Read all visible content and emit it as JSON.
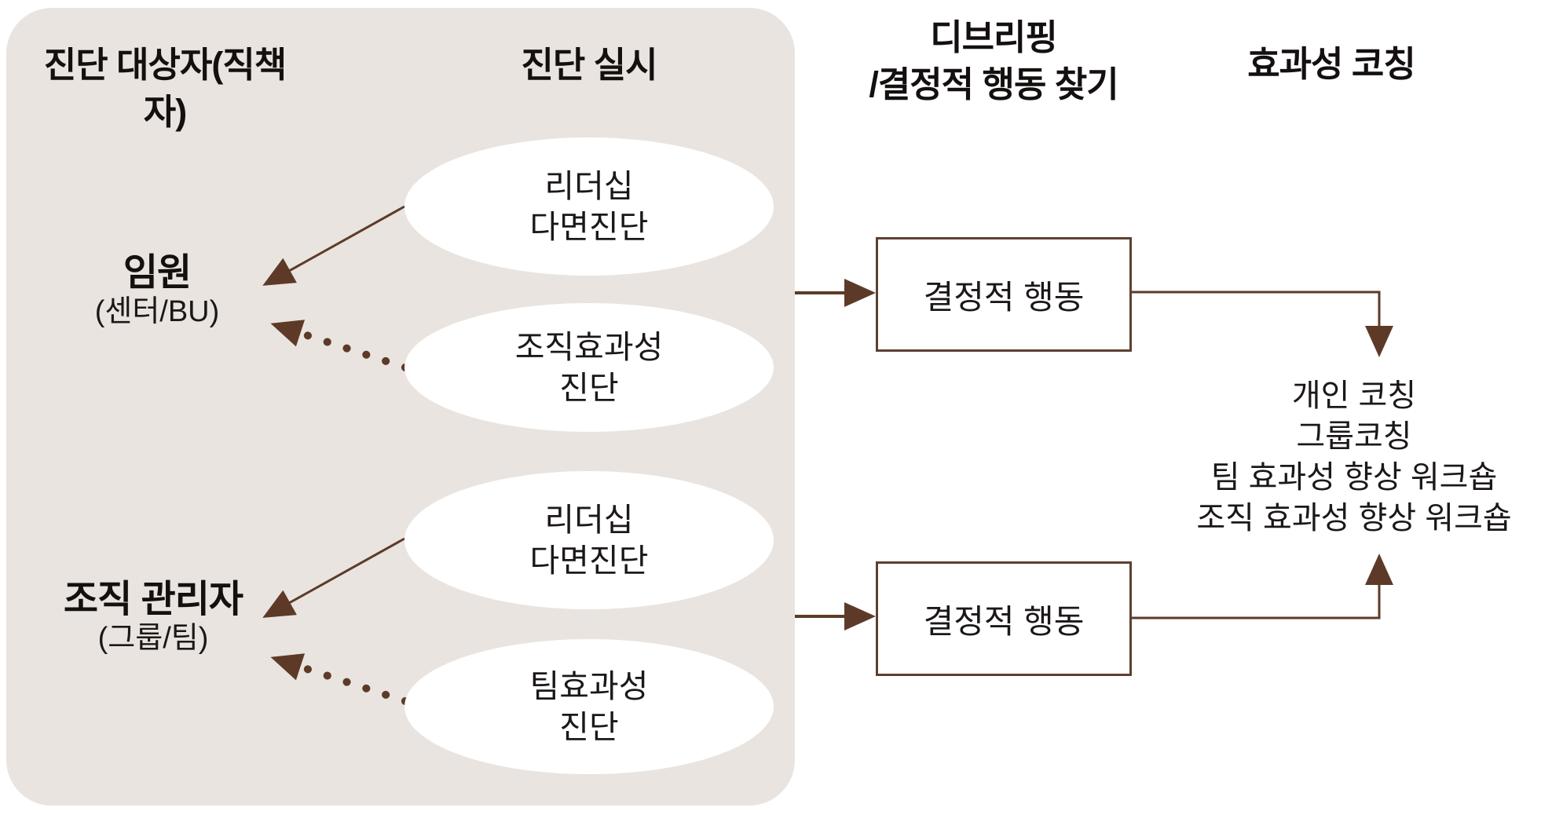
{
  "headers": {
    "col1": "진단 대상자(직책자)",
    "col2": "진단 실시",
    "col3_line1": "디브리핑",
    "col3_line2": "/결정적 행동 찾기",
    "col4": "효과성 코칭"
  },
  "groups": [
    {
      "name": "임원",
      "scope": "(센터/BU)"
    },
    {
      "name": "조직 관리자",
      "scope": "(그룹/팀)"
    }
  ],
  "assessments": [
    {
      "line1": "리더십",
      "line2": "다면진단"
    },
    {
      "line1": "조직효과성",
      "line2": "진단"
    },
    {
      "line1": "리더십",
      "line2": "다면진단"
    },
    {
      "line1": "팀효과성",
      "line2": "진단"
    }
  ],
  "critical_behavior_boxes": [
    {
      "label": "결정적 행동"
    },
    {
      "label": "결정적 행동"
    }
  ],
  "coaching_list": {
    "line1": "개인 코칭",
    "line2": "그룹코칭",
    "line3": "팀 효과성 향상 워크숍",
    "line4": "조직 효과성 향상 워크숍"
  },
  "colors": {
    "panel_background": "#e9e4df",
    "arrow_brown": "#5d3a28",
    "box_border_brown": "#5d4032",
    "text": "#1b1817",
    "ellipse_fill": "#ffffff"
  }
}
